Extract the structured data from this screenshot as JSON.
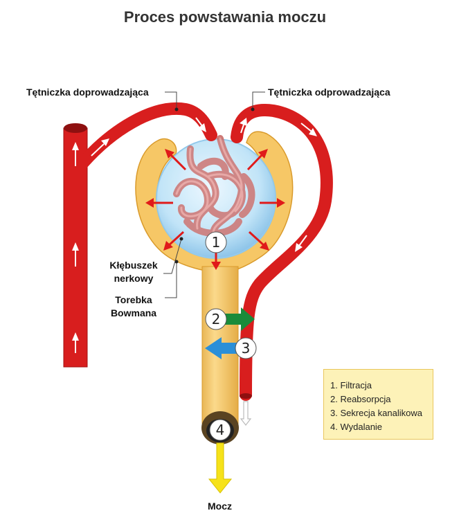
{
  "title": "Proces powstawania moczu",
  "labels": {
    "afferent_arteriole": "Tętniczka doprowadzająca",
    "efferent_arteriole": "Tętniczka odprowadzająca",
    "glomerulus_line1": "Kłębuszek",
    "glomerulus_line2": "nerkowy",
    "bowman_line1": "Torebka",
    "bowman_line2": "Bowmana",
    "urine": "Mocz"
  },
  "step_markers": [
    "1",
    "2",
    "3",
    "4"
  ],
  "legend": [
    "1. Filtracja",
    "2. Reabsorpcja",
    "3. Sekrecja kanalikowa",
    "4. Wydalanie"
  ],
  "colors": {
    "vessel_red": "#d81e1e",
    "capsule_orange": "#f6c766",
    "tubule": "#f9d27f",
    "glomerulus_blue": "#b9e1f7",
    "reabsorption_green": "#1a8b3a",
    "secretion_blue": "#2b8fd8",
    "excretion_yellow": "#f6e21a",
    "legend_bg": "#fdf2b8"
  }
}
